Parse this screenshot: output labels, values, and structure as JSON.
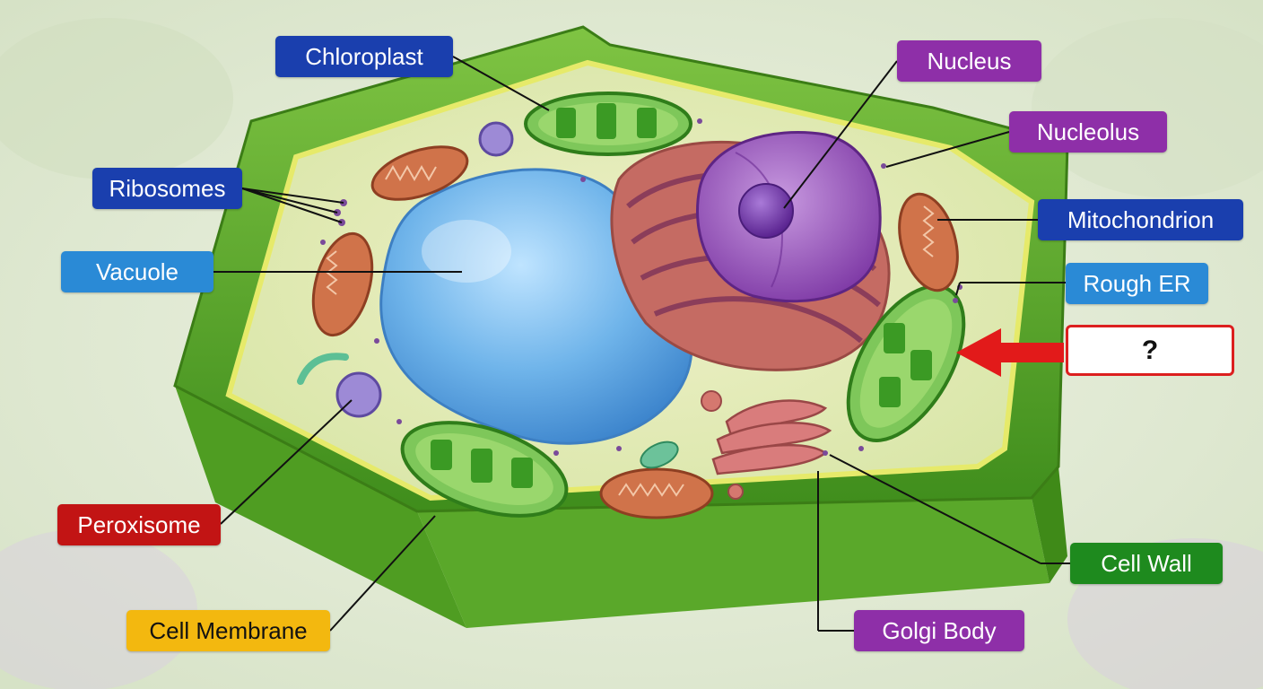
{
  "labels": {
    "chloroplast": "Chloroplast",
    "ribosomes": "Ribosomes",
    "vacuole": "Vacuole",
    "peroxisome": "Peroxisome",
    "cell_membrane": "Cell Membrane",
    "nucleus": "Nucleus",
    "nucleolus": "Nucleolus",
    "mitochondrion": "Mitochondrion",
    "rough_er": "Rough ER",
    "unknown": "?",
    "cell_wall": "Cell Wall",
    "golgi_body": "Golgi Body"
  },
  "colors": {
    "dark_blue": "#1a3fae",
    "light_blue": "#2a8ad6",
    "purple": "#8e2fa8",
    "green": "#1e8a1e",
    "red": "#c21414",
    "yellow": "#f3b80f",
    "arrow_red": "#e21a1a"
  }
}
